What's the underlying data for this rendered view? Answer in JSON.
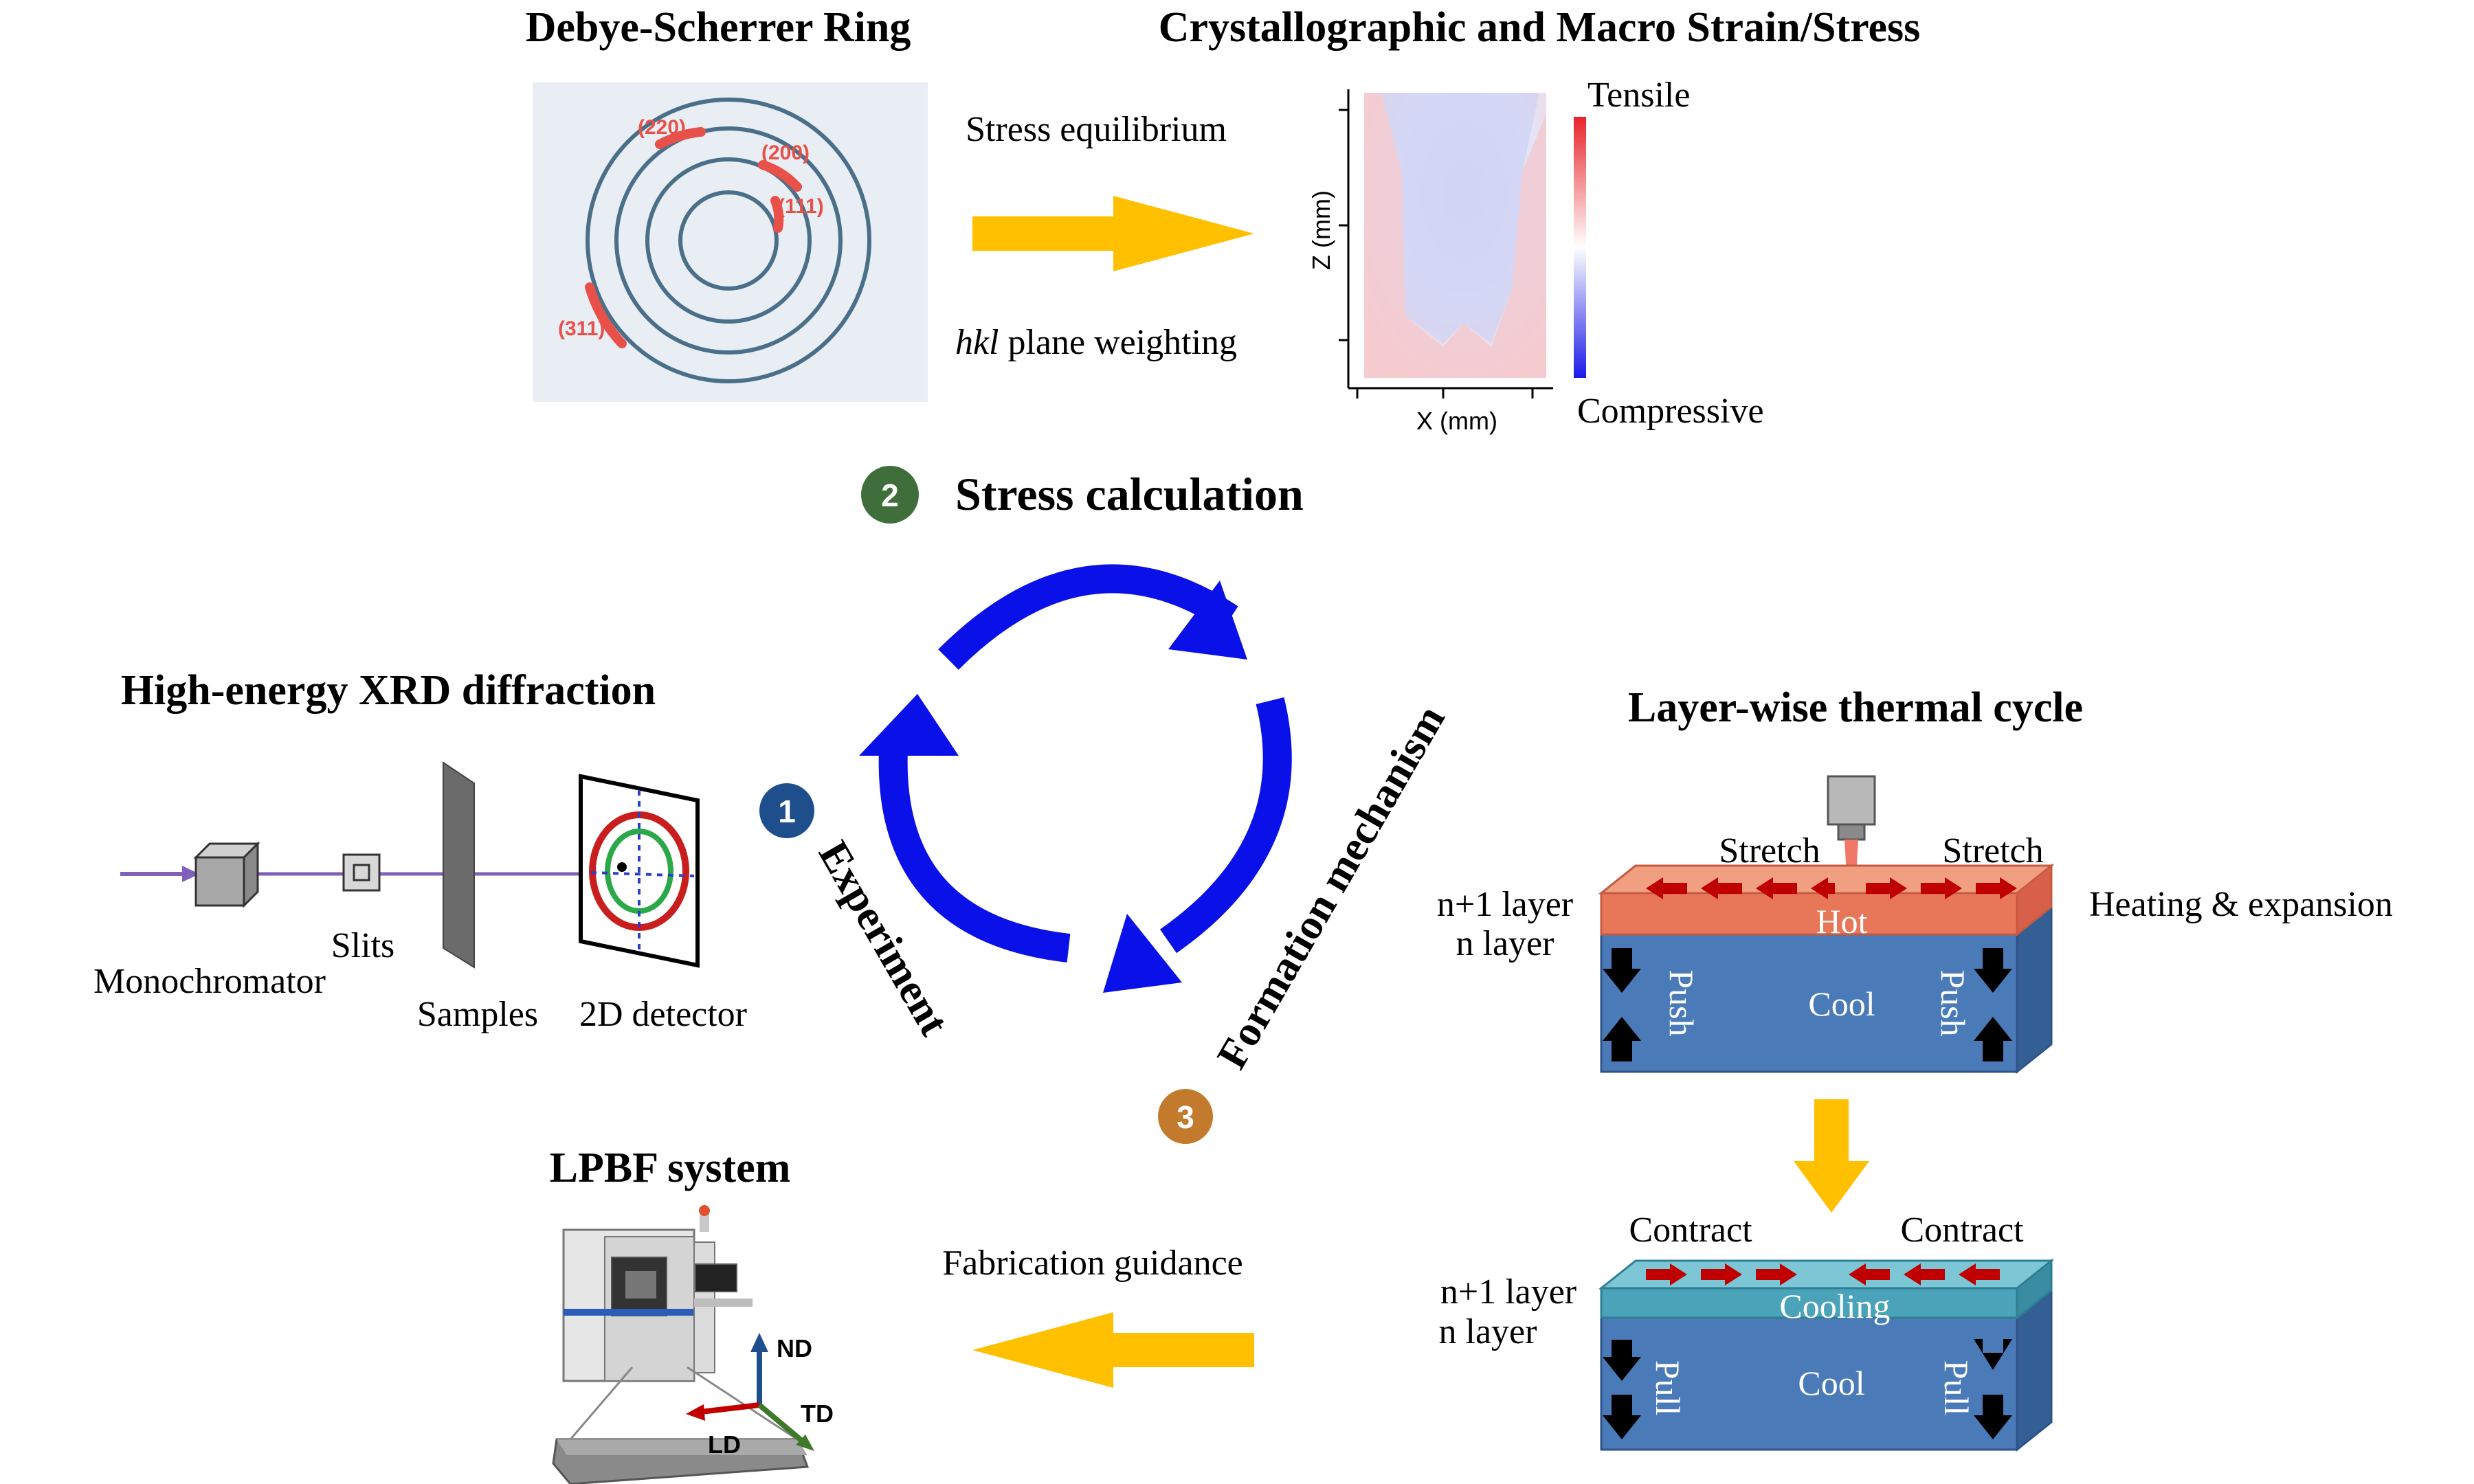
{
  "titles": {
    "debye": "Debye-Scherrer Ring",
    "crystal": "Crystallographic and Macro Strain/Stress",
    "xrd": "High-energy XRD diffraction",
    "layer": "Layer-wise thermal cycle",
    "lpbf": "LPBF system"
  },
  "debye": {
    "rings": [
      "(220)",
      "(200)",
      "(111)",
      "(311)"
    ]
  },
  "stress_arrow": {
    "top": "Stress equilibrium",
    "bottom_italic": "hkl",
    "bottom_rest": " plane weighting"
  },
  "stress_map": {
    "y_label": "Z (mm)",
    "x_label": "X (mm)",
    "scale_top": "Tensile",
    "scale_bottom": "Compressive",
    "colors": {
      "tensile": "#e8242a",
      "compressive": "#1a1ae8"
    }
  },
  "cycle": {
    "step1": {
      "num": "1",
      "label": "Experiment",
      "color": "#1f4e8c"
    },
    "step2": {
      "num": "2",
      "label": "Stress calculation",
      "color": "#3f6e3a"
    },
    "step3": {
      "num": "3",
      "label": "Formation mechanism",
      "color": "#c47a2c"
    },
    "arrow_color": "#0a10e8"
  },
  "xrd": {
    "monochromator": "Monochromator",
    "slits": "Slits",
    "samples": "Samples",
    "detector": "2D detector"
  },
  "heating": {
    "stretch_left": "Stretch",
    "stretch_right": "Stretch",
    "n1_layer": "n+1 layer",
    "n_layer": "n layer",
    "expansion": "Heating & expansion",
    "hot": "Hot",
    "cool": "Cool",
    "push_left": "Push",
    "push_right": "Push"
  },
  "cooling": {
    "contract_left": "Contract",
    "contract_right": "Contract",
    "n1_layer": "n+1 layer",
    "n_layer": "n layer",
    "cooling": "Cooling",
    "cool": "Cool",
    "pull_left": "Pull",
    "pull_right": "Pull"
  },
  "guidance": "Fabrication guidance",
  "axes": {
    "nd": "ND",
    "td": "TD",
    "ld": "LD"
  },
  "colors": {
    "yellow_arrow": "#ffc000",
    "block_blue": "#4a7bb8",
    "hot_layer": "#e8775a",
    "cool_layer": "#4aa3b8",
    "red_arrow": "#c00000"
  }
}
